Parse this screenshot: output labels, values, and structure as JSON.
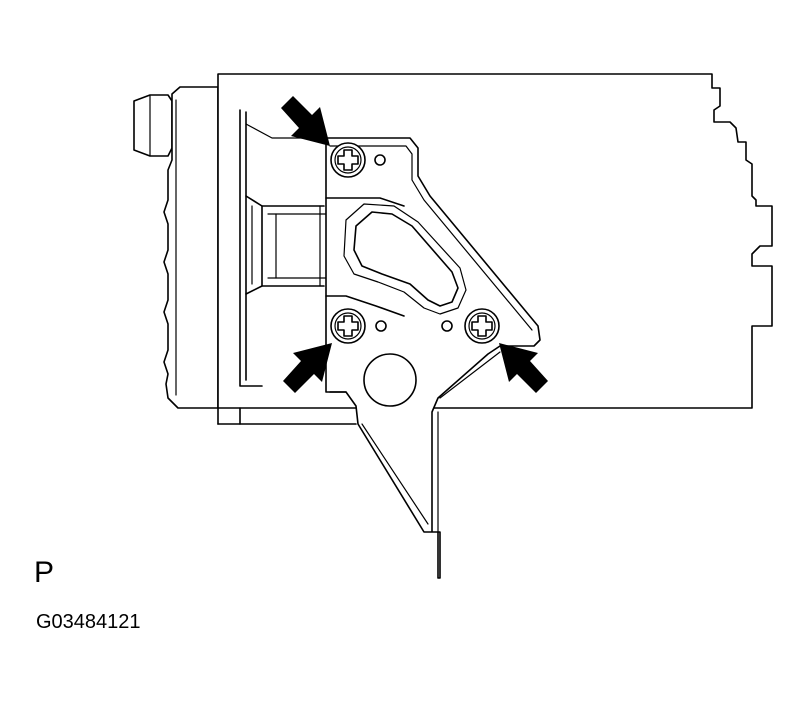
{
  "figure": {
    "view_label": "P",
    "code": "G03484121"
  },
  "callouts": [
    {
      "name": "arrow-upper-bolt",
      "target": "upper-screw"
    },
    {
      "name": "arrow-lower-left-bolt",
      "target": "lower-left-screw"
    },
    {
      "name": "arrow-lower-right-bolt",
      "target": "lower-right-screw"
    }
  ],
  "colors": {
    "line": "#000000",
    "background": "#ffffff"
  }
}
